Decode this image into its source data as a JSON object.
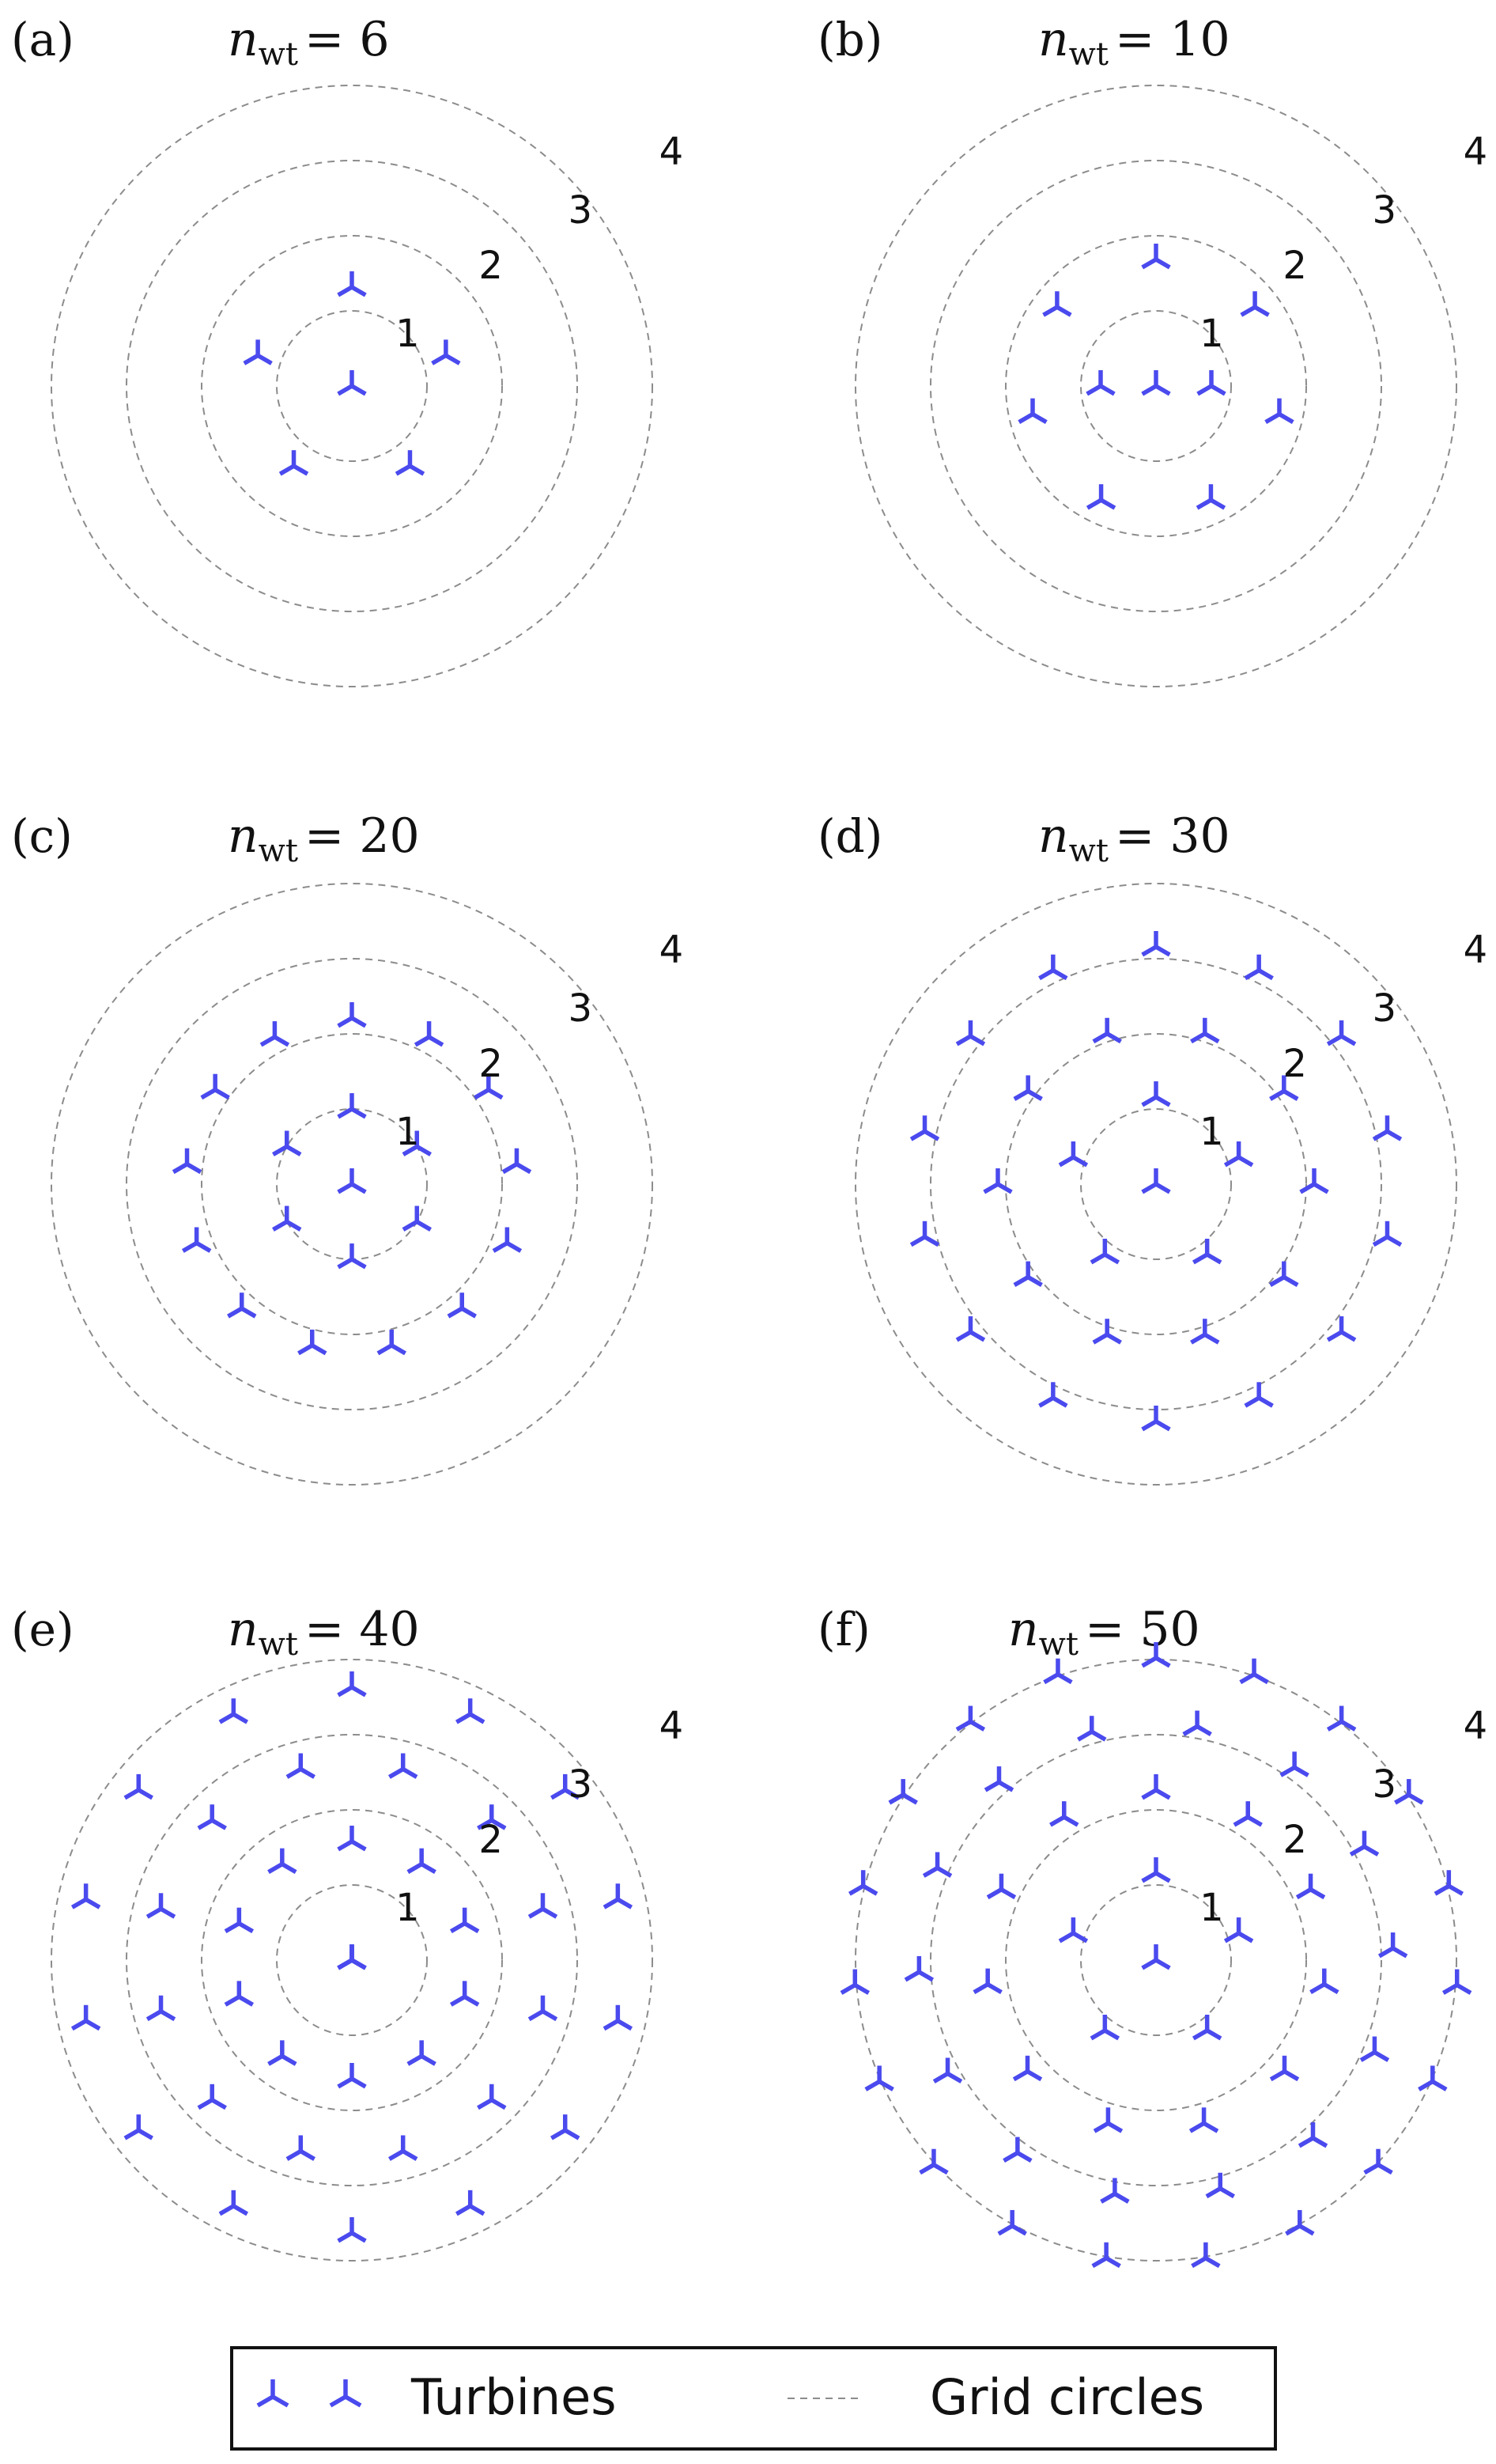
{
  "panels": [
    {
      "id": "a",
      "label": "(a)",
      "title_var": "n",
      "title_sub": "wt",
      "title_value": "= 6",
      "ring_labels": [
        "1",
        "2",
        "3",
        "4"
      ],
      "turbine_count": 6
    },
    {
      "id": "b",
      "label": "(b)",
      "title_var": "n",
      "title_sub": "wt",
      "title_value": "= 10",
      "ring_labels": [
        "1",
        "2",
        "3",
        "4"
      ],
      "turbine_count": 10
    },
    {
      "id": "c",
      "label": "(c)",
      "title_var": "n",
      "title_sub": "wt",
      "title_value": "= 20",
      "ring_labels": [
        "1",
        "2",
        "3",
        "4"
      ],
      "turbine_count": 20
    },
    {
      "id": "d",
      "label": "(d)",
      "title_var": "n",
      "title_sub": "wt",
      "title_value": "= 30",
      "ring_labels": [
        "1",
        "2",
        "3",
        "4"
      ],
      "turbine_count": 30
    },
    {
      "id": "e",
      "label": "(e)",
      "title_var": "n",
      "title_sub": "wt",
      "title_value": "= 40",
      "ring_labels": [
        "1",
        "2",
        "3",
        "4"
      ],
      "turbine_count": 40
    },
    {
      "id": "f",
      "label": "(f)",
      "title_var": "n",
      "title_sub": "wt",
      "title_value": "= 50",
      "ring_labels": [
        "1",
        "2",
        "3",
        "4"
      ],
      "turbine_count": 50
    }
  ],
  "legend": {
    "turbines_label": "Turbines",
    "grid_label": "Grid circles"
  },
  "colors": {
    "turbine": "#4a4aee",
    "grid": "#8c8c8c"
  },
  "icons": {
    "turbine": "three-blade-turbine-icon"
  }
}
